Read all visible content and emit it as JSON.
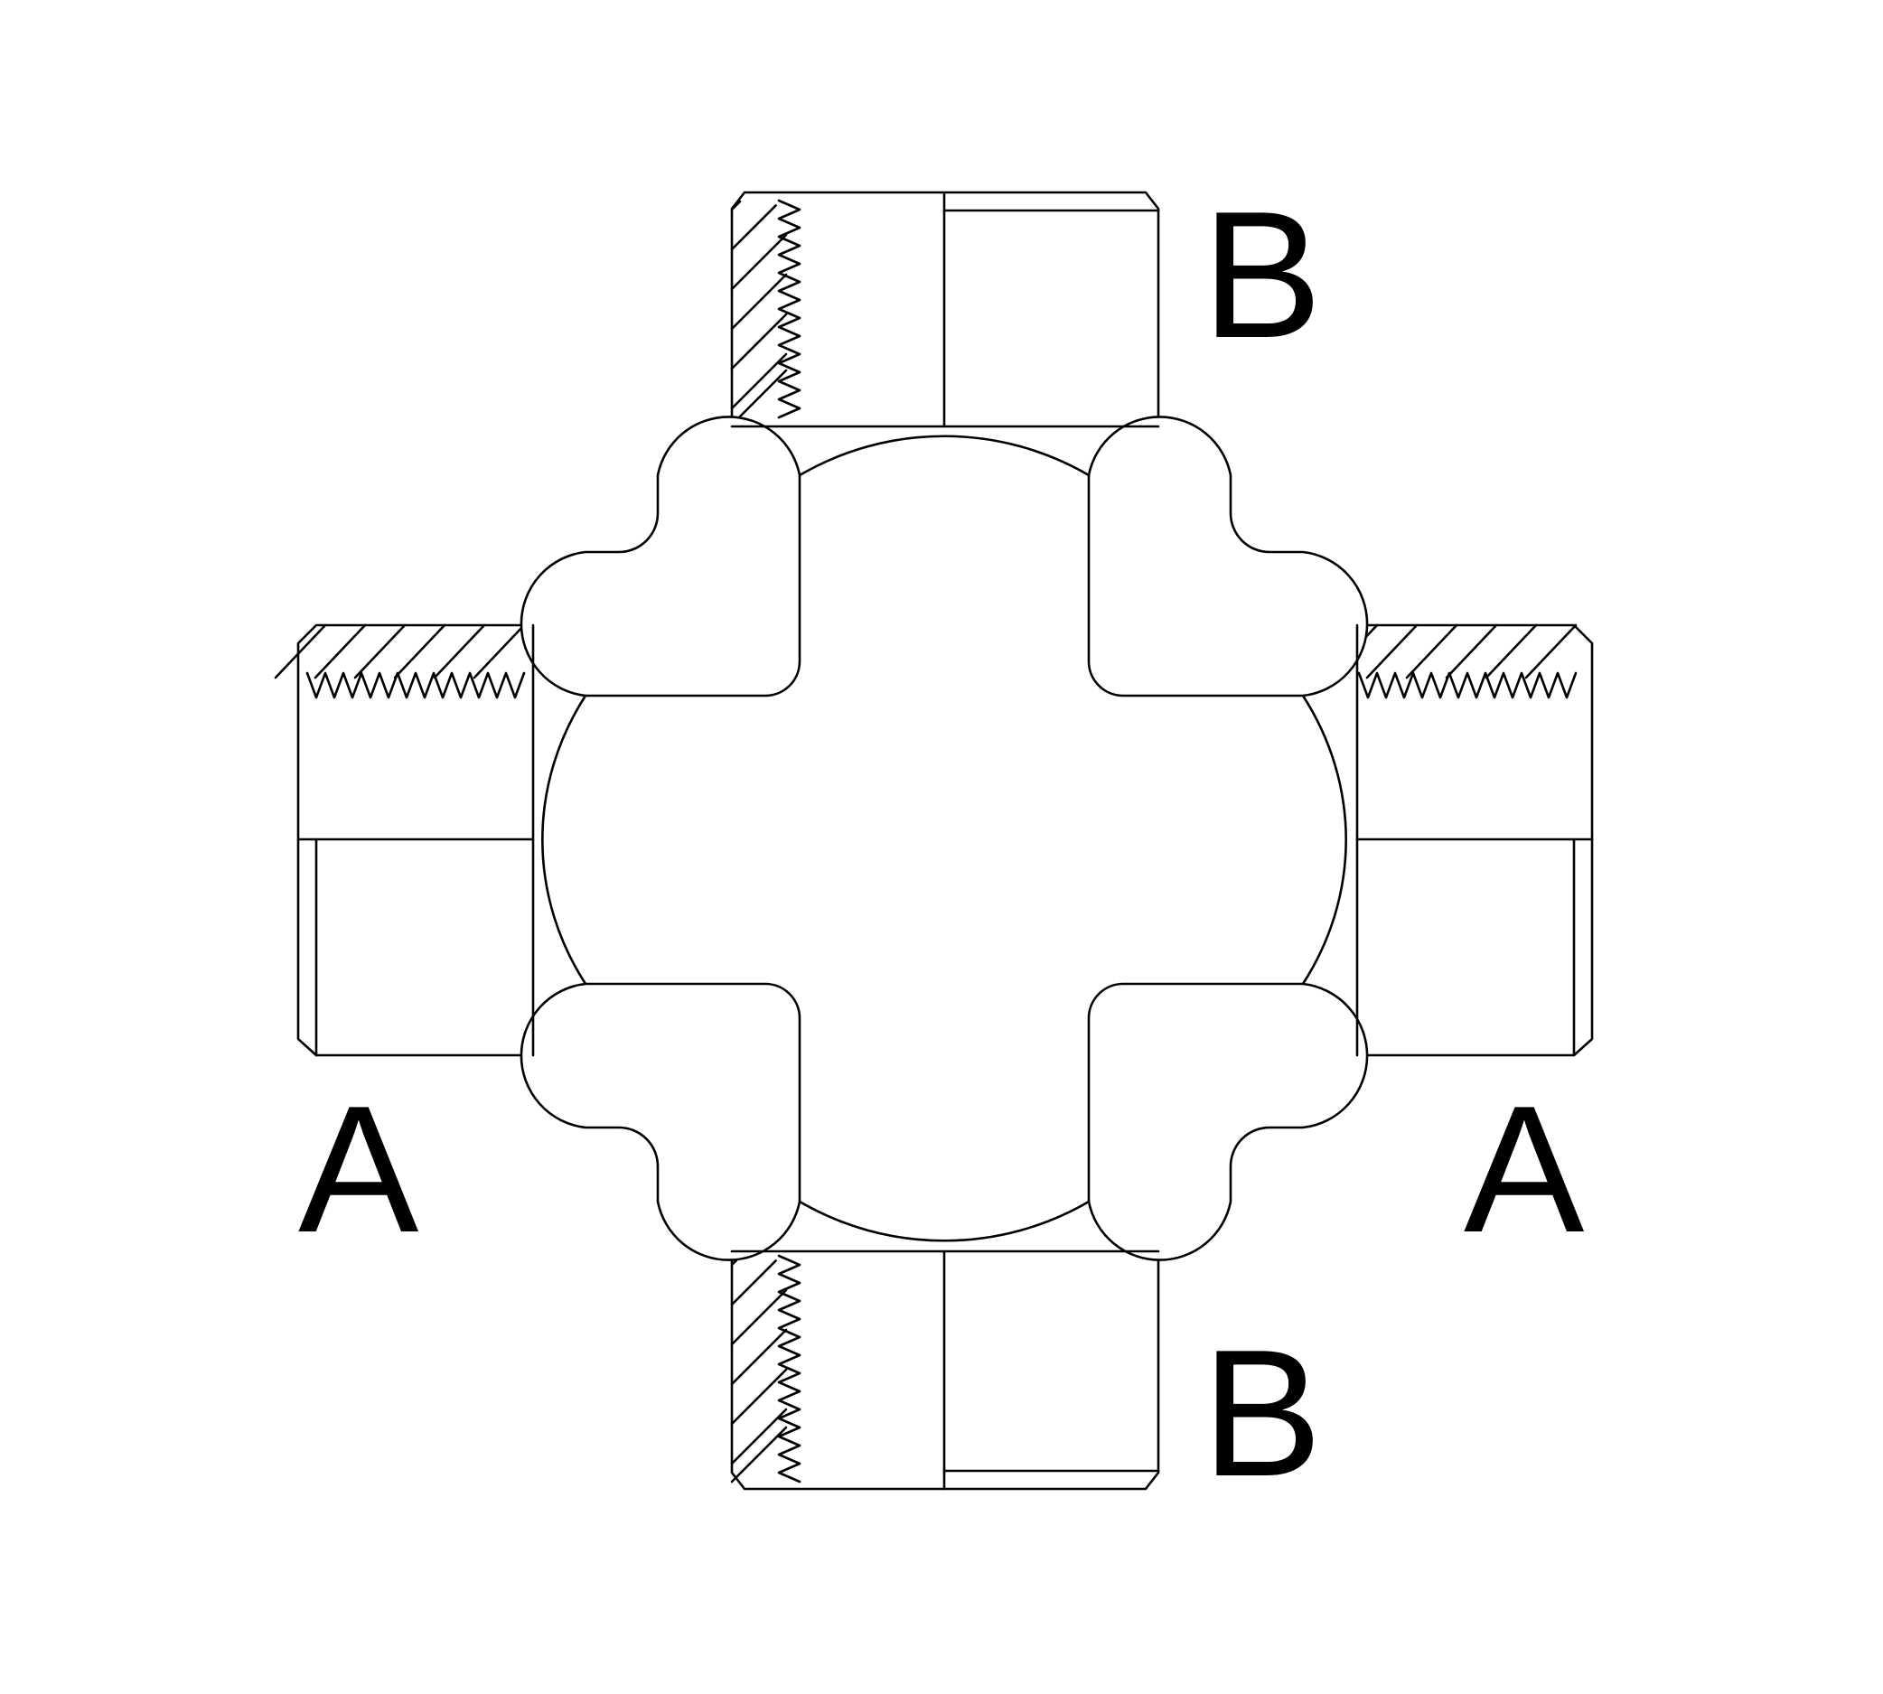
{
  "labels": {
    "port_a_left": "A",
    "port_a_right": "A",
    "port_b_top": "B",
    "port_b_bottom": "B"
  },
  "colors": {
    "line": "#000000",
    "background": "#ffffff"
  }
}
